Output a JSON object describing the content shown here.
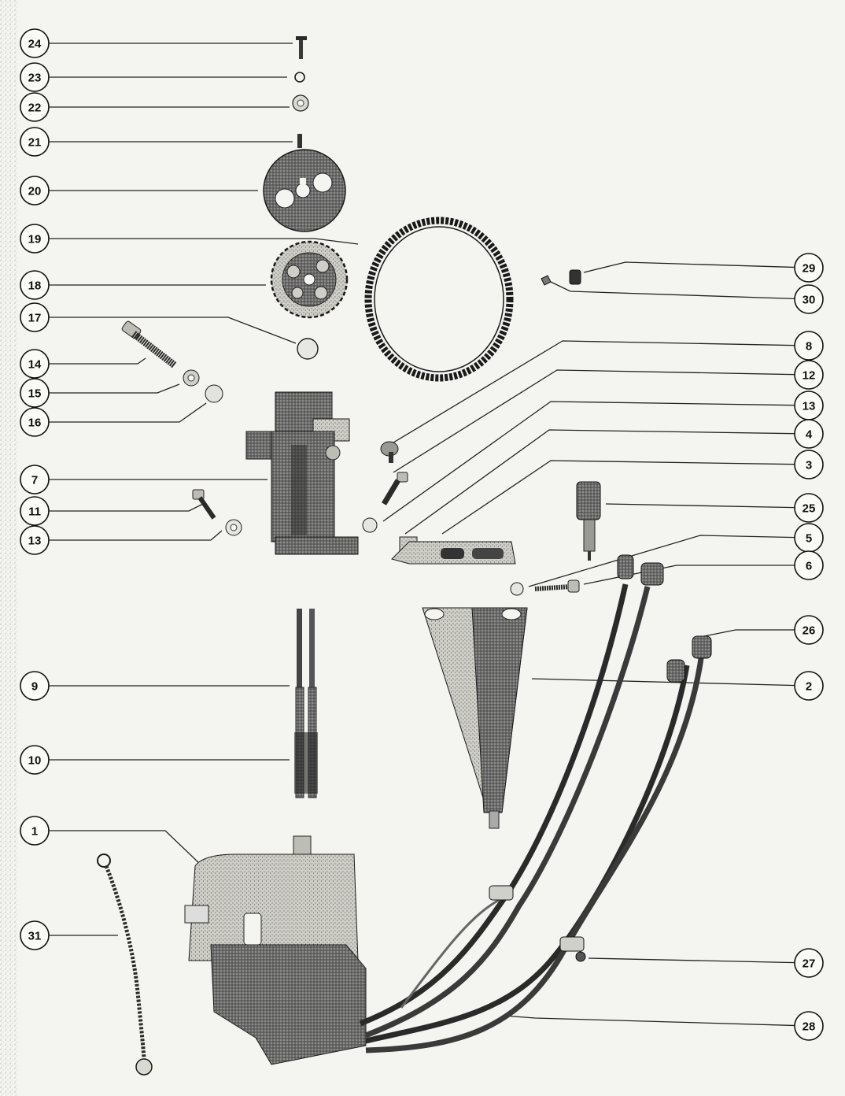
{
  "callouts": {
    "c24": "24",
    "c23": "23",
    "c22": "22",
    "c21": "21",
    "c20": "20",
    "c19": "19",
    "c18": "18",
    "c17": "17",
    "c14": "14",
    "c15": "15",
    "c16": "16",
    "c7": "7",
    "c11": "11",
    "c13a": "13",
    "c9": "9",
    "c10": "10",
    "c1": "1",
    "c31": "31",
    "c29": "29",
    "c30": "30",
    "c8": "8",
    "c12": "12",
    "c13b": "13",
    "c4": "4",
    "c3": "3",
    "c25": "25",
    "c5": "5",
    "c6": "6",
    "c26": "26",
    "c2": "2",
    "c27": "27",
    "c28": "28"
  },
  "colors": {
    "ink": "#1a1a1a",
    "paper": "#f4f4f0",
    "part_dark": "#3a3a3a",
    "part_mid": "#6a6a6a",
    "part_light": "#b5b5b0"
  }
}
